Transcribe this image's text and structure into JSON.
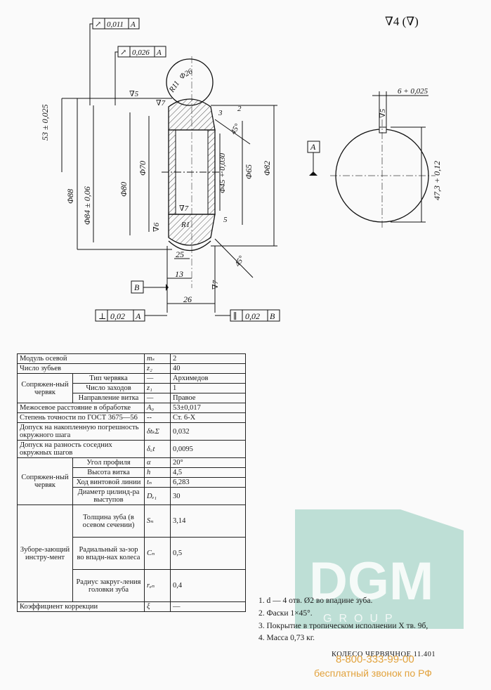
{
  "roughness_general": "∇4 (∇)",
  "tolerance_frames": {
    "top1": {
      "symbol": "↗",
      "value": "0,011",
      "datum": "A"
    },
    "top2": {
      "symbol": "↗",
      "value": "0,026",
      "datum": "A"
    },
    "bottom_left": {
      "symbol": "⊥",
      "value": "0,02",
      "datum": "A"
    },
    "bottom_right": {
      "symbol": "∥",
      "value": "0,02",
      "datum": "B"
    }
  },
  "datums": {
    "a": "A",
    "b": "B"
  },
  "dimensions": {
    "d26": "Φ26",
    "r11": "R11",
    "rough5": "∇5",
    "rough7a": "∇7",
    "rough7b": "∇7",
    "rough6": "∇6",
    "rough7c": "∇7",
    "dim_53": "53 ± 0,025",
    "dim_88": "Φ88",
    "dim_84": "Φ84 ± 0,06",
    "dim_80": "Φ80",
    "dim_70": "Φ70",
    "dim_45": "Φ45 + 0,030",
    "dim_65": "Φ65",
    "dim_82": "Φ82",
    "chamfer_3": "3",
    "chamfer_2": "2",
    "angle_45a": "45°",
    "angle_45b": "45°",
    "r1": "R1",
    "dim_5": "5",
    "dim_25": "25",
    "dim_13": "13",
    "dim_26": "26",
    "key_6": "6 + 0,025",
    "key_rough": "∇5",
    "key_sym": "ʃ",
    "key_473": "47,3 + 0,12"
  },
  "table": {
    "rows": [
      {
        "label": "Модуль осевой",
        "symbol": "mₛ",
        "value": "2"
      },
      {
        "label": "Число зубьев",
        "symbol": "z₂",
        "value": "40"
      },
      {
        "group": "Сопряжен-ный червяк",
        "label": "Тип червяка",
        "symbol": "—",
        "value": "Архимедов"
      },
      {
        "label": "Число заходов",
        "symbol": "z₁",
        "value": "1"
      },
      {
        "label": "Направление витка",
        "symbol": "—",
        "value": "Правое"
      },
      {
        "label": "Межосевое расстояние в обработке",
        "symbol": "A₀",
        "value": "53±0,017"
      },
      {
        "label": "Степень точности по ГОСТ 3675—56",
        "symbol": "--",
        "value": "Ст. 6-Х"
      },
      {
        "label": "Допуск на накопленную погрешность окружного шага",
        "symbol": "δtₖΣ",
        "value": "0,032"
      },
      {
        "label": "Допуск на разность соседних окружных шагов",
        "symbol": "δ꜀t",
        "value": "0,0095"
      },
      {
        "group": "Сопряжен-ный червяк",
        "label": "Угол профиля",
        "symbol": "α",
        "value": "20°"
      },
      {
        "label": "Высота витка",
        "symbol": "h",
        "value": "4,5"
      },
      {
        "label": "Ход винтовой линии",
        "symbol": "tₙ",
        "value": "6,283"
      },
      {
        "label": "Диаметр цилинд-ра выступов",
        "symbol": "Dₑ₁",
        "value": "30"
      },
      {
        "group": "Зубоpе-зающий инстру-мент",
        "label": "Толщина зуба (в осевом сечении)",
        "symbol": "Sₙ",
        "value": "3,14"
      },
      {
        "label": "Радиальный за-зор во впадн-нах колеса",
        "symbol": "Cₙ",
        "value": "0,5"
      },
      {
        "label": "Радиус закруг-ления головки зуба",
        "symbol": "rₑₙ",
        "value": "0,4"
      },
      {
        "label": "Коэффициент коррекции",
        "symbol": "ξ",
        "value": "—"
      }
    ]
  },
  "notes": [
    "1. d — 4 отв. Ø2 во впадине зуба.",
    "2. Фаски 1×45°.",
    "3. Покрытие в тропическом исполнении X тв. 9б,",
    "4. Масса 0,73 кг."
  ],
  "title_stamp": "КОЛЕСО ЧЕРВЯЧНОЕ 11.401",
  "watermark": {
    "logo": "DGM",
    "logo_sub": "GROUP",
    "phone": "8-800-333-99-00",
    "free_call": "бесплатный звонок по РФ",
    "color": "#e2a23c",
    "logo_color": "#8cc9b8"
  }
}
